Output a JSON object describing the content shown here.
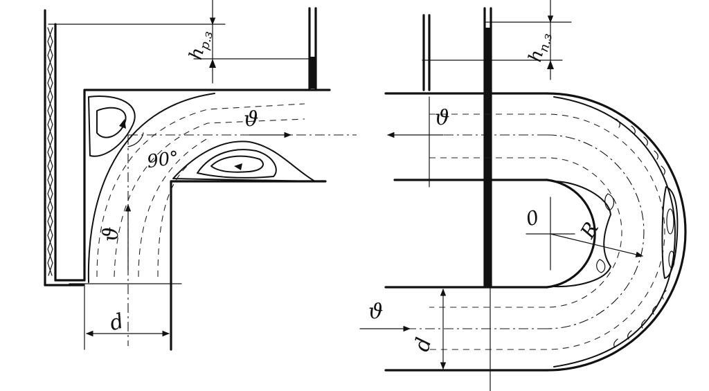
{
  "left_figure": {
    "head_loss_label": "h",
    "head_loss_subscript": "р.з",
    "velocity_label_top": "ϑ",
    "velocity_label_side": "ϑ",
    "angle_label": "90°",
    "diameter_label": "d"
  },
  "right_figure": {
    "head_loss_label": "h",
    "head_loss_subscript": "п.з",
    "velocity_label_top": "ϑ",
    "velocity_label_bottom": "ϑ",
    "radius_center_label": "0",
    "radius_label": "R",
    "diameter_label": "d"
  },
  "colors": {
    "ink": "#111111",
    "paper": "#ffffff"
  }
}
